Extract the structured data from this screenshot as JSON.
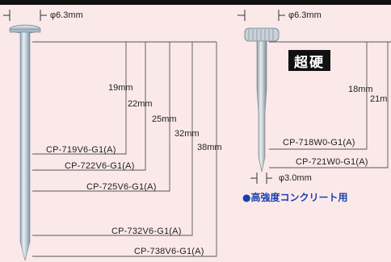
{
  "left_nail": {
    "head_diameter": "φ6.3mm",
    "lengths": [
      "19mm",
      "22mm",
      "25mm",
      "32mm",
      "38mm"
    ],
    "models": [
      "CP-719V6-G1(A)",
      "CP-722V6-G1(A)",
      "CP-725V6-G1(A)",
      "CP-732V6-G1(A)",
      "CP-738V6-G1(A)"
    ]
  },
  "right_nail": {
    "head_diameter": "φ6.3mm",
    "badge": "超硬",
    "lengths": [
      "18mm",
      "21m"
    ],
    "models": [
      "CP-718W0-G1(A)",
      "CP-721W0-G1(A)"
    ],
    "shank_diameter": "φ3.0mm",
    "note": "●高強度コンクリート用"
  }
}
